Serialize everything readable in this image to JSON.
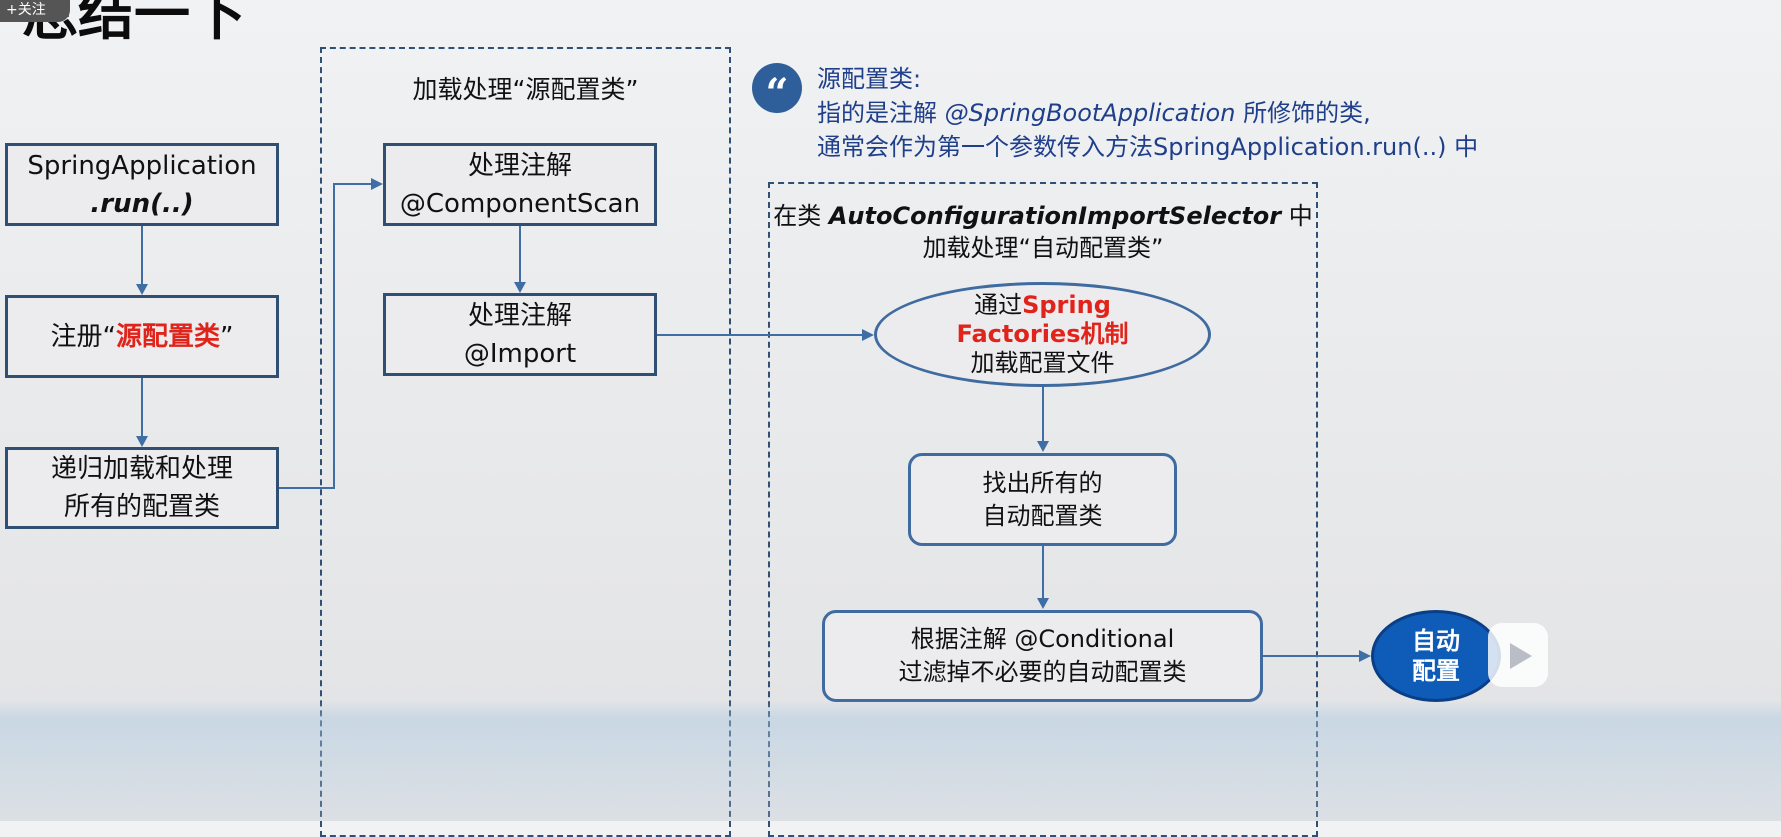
{
  "overlay": {
    "follow_label": "+关注"
  },
  "header": {
    "title_fragment": "总结一下"
  },
  "left_column": {
    "run_box": {
      "line1": "SpringApplication",
      "line2": ".run(..)"
    },
    "register_box": {
      "prefix": "注册“",
      "highlight": "源配置类",
      "suffix": "”"
    },
    "recursive_box": {
      "line1": "递归加载和处理",
      "line2": "所有的配置类"
    }
  },
  "middle_group": {
    "title": "加载处理“源配置类”",
    "component_scan_box": {
      "line1": "处理注解",
      "line2": "@ComponentScan"
    },
    "import_box": {
      "line1": "处理注解",
      "line2": "@Import"
    }
  },
  "note": {
    "quote_icon": "quote-icon",
    "line1": "源配置类:",
    "line2_prefix": "指的是注解 ",
    "line2_italic": "@SpringBootApplication",
    "line2_suffix": " 所修饰的类,",
    "line3": "通常会作为第一个参数传入方法SpringApplication.run(..) 中"
  },
  "right_group": {
    "title_prefix": "在类 ",
    "title_class": "AutoConfigurationImportSelector",
    "title_suffix": " 中",
    "title_line2": "加载处理“自动配置类”",
    "factories_ellipse": {
      "prefix": "通过",
      "highlight1": "Spring",
      "highlight2": "Factories机制",
      "line3": "加载配置文件"
    },
    "find_box": {
      "line1": "找出所有的",
      "line2": "自动配置类"
    },
    "filter_box": {
      "line1": "根据注解 @Conditional",
      "line2": "过滤掉不必要的自动配置类"
    }
  },
  "result_circle": {
    "line1": "自动",
    "line2": "配置"
  },
  "colors": {
    "box_border": "#2f5073",
    "arrow": "#3f6ea5",
    "highlight": "#e0241b",
    "note_text": "#1f3f8a",
    "result_fill": "#0f5bb8"
  }
}
